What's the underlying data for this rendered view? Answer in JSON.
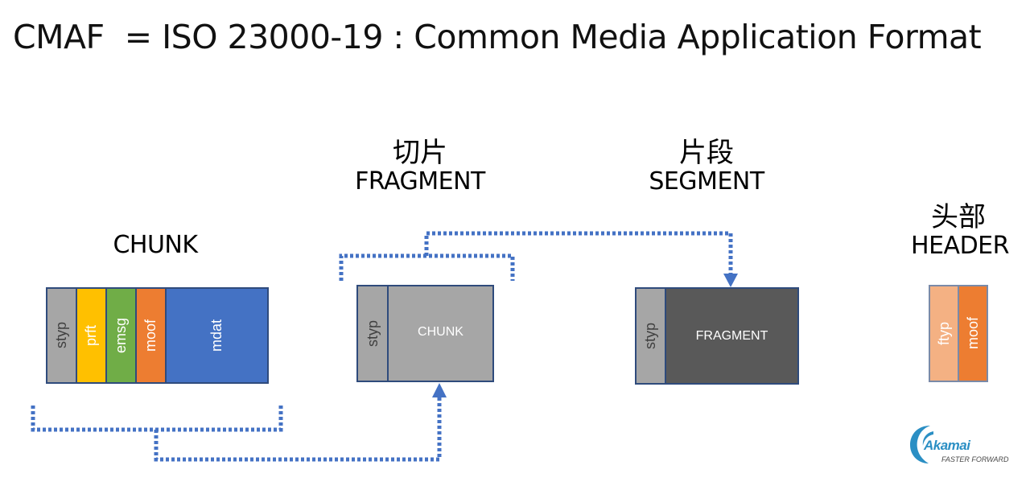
{
  "title": "CMAF  = ISO 23000-19 : Common Media Application Format",
  "columns": {
    "chunk": {
      "label": "CHUNK"
    },
    "fragment": {
      "label_zh": "切片",
      "label": "FRAGMENT"
    },
    "segment": {
      "label_zh": "片段",
      "label": "SEGMENT"
    },
    "header": {
      "label_zh": "头部",
      "label": "HEADER"
    }
  },
  "chunk_boxes": [
    "styp",
    "prft",
    "emsg",
    "moof",
    "mdat"
  ],
  "fragment_boxes": [
    "styp",
    "CHUNK"
  ],
  "segment_boxes": [
    "styp",
    "FRAGMENT"
  ],
  "header_boxes": [
    "ftyp",
    "moof"
  ],
  "colors": {
    "gray": "#a6a6a6",
    "yellow": "#ffc000",
    "green": "#70ad47",
    "orange": "#ed7d31",
    "blue": "#4472c4",
    "dark": "#595959",
    "peach": "#f4b183",
    "connector": "#4472c4"
  },
  "logo": {
    "icon": "akamai-wave-icon",
    "name": "Akamai",
    "tagline": "FASTER FORWARD"
  }
}
